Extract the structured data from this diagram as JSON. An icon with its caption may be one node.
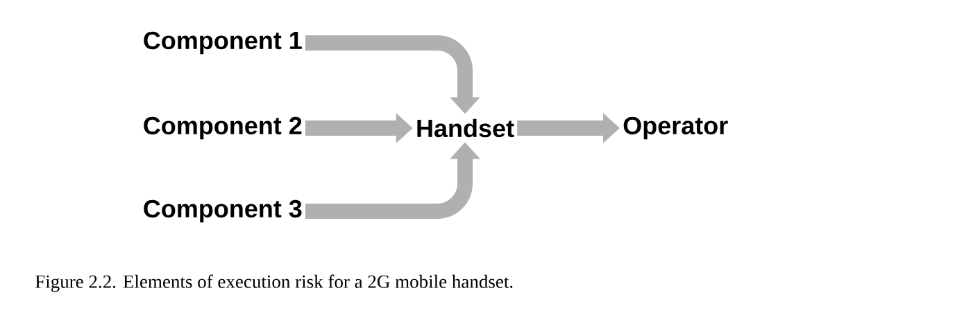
{
  "diagram": {
    "caption": "Figure 2.2. Elements of execution risk for a 2G mobile handset.",
    "nodes": [
      {
        "text": [
          "Component 1"
        ]
      },
      {
        "text": [
          "Component 2"
        ]
      },
      {
        "text": [
          "Component 3"
        ]
      },
      {
        "text": [
          "Handset"
        ]
      },
      {
        "text": [
          "Operator"
        ]
      }
    ],
    "edges": [
      {
        "from": 0,
        "to": 3,
        "arrow": "to"
      },
      {
        "from": 1,
        "to": 3,
        "arrow": "to"
      },
      {
        "from": 2,
        "to": 3,
        "arrow": "to"
      },
      {
        "from": 3,
        "to": 4,
        "arrow": "to"
      }
    ]
  }
}
